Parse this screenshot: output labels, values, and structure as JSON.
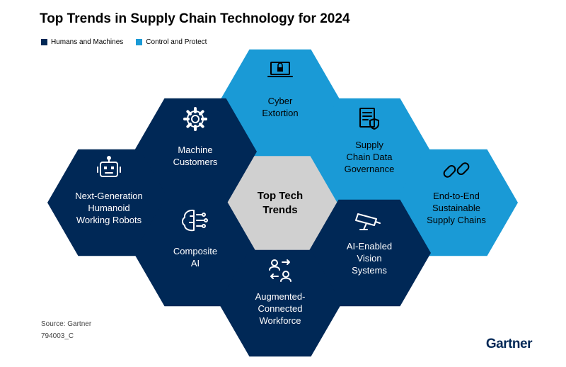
{
  "title": "Top Trends in Supply Chain Technology for 2024",
  "colors": {
    "humans": "#002856",
    "control": "#1a9ad6",
    "center": "#d0d0d0",
    "light_text": "#ffffff",
    "dark_text": "#000000"
  },
  "legend": [
    {
      "label": "Humans and Machines",
      "color": "#002856"
    },
    {
      "label": "Control and Protect",
      "color": "#1a9ad6"
    }
  ],
  "center": {
    "lines": [
      "Top Tech",
      "Trends"
    ]
  },
  "hexes": [
    {
      "name": "hex-cyber-extortion",
      "lines": [
        "Cyber",
        "Extortion"
      ],
      "group": "control",
      "icon": "laptop-lock-icon"
    },
    {
      "name": "hex-machine-customers",
      "lines": [
        "Machine",
        "Customers"
      ],
      "group": "humans",
      "icon": "gear-icon"
    },
    {
      "name": "hex-supply-chain-data-governance",
      "lines": [
        "Supply",
        "Chain Data",
        "Governance"
      ],
      "group": "control",
      "icon": "document-shield-icon"
    },
    {
      "name": "hex-humanoid-robots",
      "lines": [
        "Next-Generation",
        "Humanoid",
        "Working Robots"
      ],
      "group": "humans",
      "icon": "robot-icon"
    },
    {
      "name": "hex-end-to-end-sustainable",
      "lines": [
        "End-to-End",
        "Sustainable",
        "Supply Chains"
      ],
      "group": "control",
      "icon": "chain-link-icon"
    },
    {
      "name": "hex-composite-ai",
      "lines": [
        "Composite",
        "AI"
      ],
      "group": "humans",
      "icon": "brain-circuit-icon"
    },
    {
      "name": "hex-ai-vision-systems",
      "lines": [
        "AI-Enabled",
        "Vision",
        "Systems"
      ],
      "group": "humans",
      "icon": "camera-icon"
    },
    {
      "name": "hex-augmented-workforce",
      "lines": [
        "Augmented-",
        "Connected",
        "Workforce"
      ],
      "group": "humans",
      "icon": "people-exchange-icon"
    }
  ],
  "footer": {
    "source": "Source: Gartner",
    "id": "794003_C"
  },
  "brand": "Gartner"
}
